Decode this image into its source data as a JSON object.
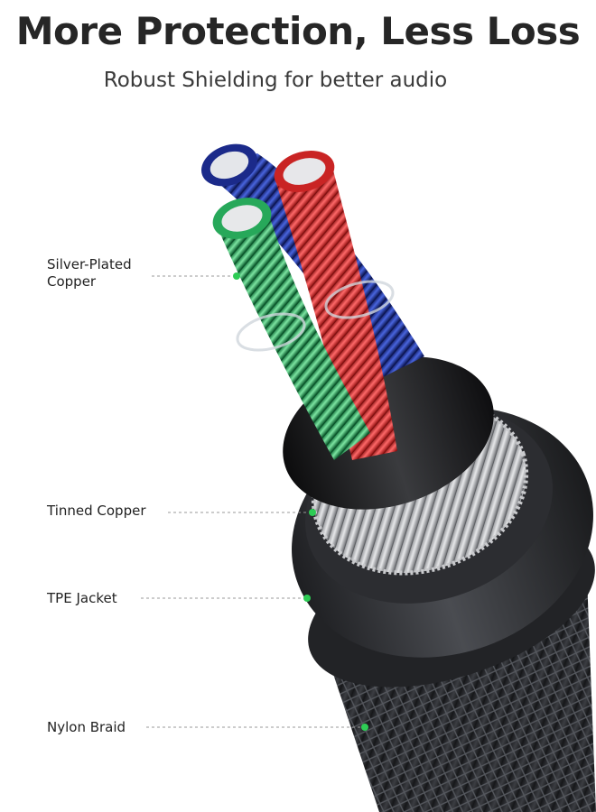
{
  "header": {
    "title": "More Protection, Less Loss",
    "subtitle": "Robust Shielding for better audio"
  },
  "labels": {
    "silver_plated_copper": "Silver-Plated Copper",
    "tinned_copper": "Tinned Copper",
    "tpe_jacket": "TPE Jacket",
    "nylon_braid": "Nylon Braid"
  },
  "colors": {
    "headline": "#262626",
    "leader_dot": "#2ecc55",
    "wire_blue": "#2233a0",
    "wire_red": "#d42a2a",
    "wire_green": "#2aa85a",
    "jacket": "#2a2c30"
  }
}
